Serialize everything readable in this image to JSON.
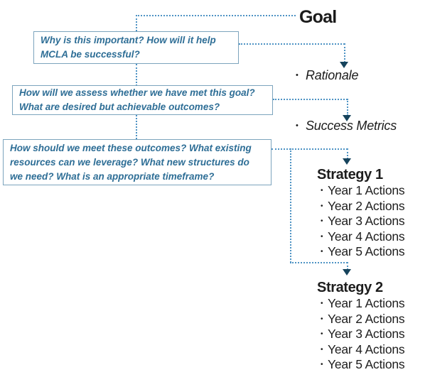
{
  "diagram": {
    "goal_label": "Goal",
    "bullet_char": "•",
    "question_boxes": [
      {
        "text": "Why is this important? How will it help MCLA be successful?"
      },
      {
        "text": "How will we assess whether we have met this goal? What are desired but achievable outcomes?"
      },
      {
        "text": "How should we meet these outcomes? What existing resources can we leverage? What new structures do we need? What is an appropriate timeframe?"
      }
    ],
    "outcomes": [
      {
        "label": "Rationale"
      },
      {
        "label": "Success Metrics"
      }
    ],
    "strategies": [
      {
        "title": "Strategy 1",
        "actions": [
          "Year 1 Actions",
          "Year 2 Actions",
          "Year 3 Actions",
          "Year 4 Actions",
          "Year 5 Actions"
        ]
      },
      {
        "title": "Strategy 2",
        "actions": [
          "Year 1 Actions",
          "Year 2 Actions",
          "Year 3 Actions",
          "Year 4 Actions",
          "Year 5 Actions"
        ]
      }
    ],
    "colors": {
      "connector": "#4e93c4",
      "arrow": "#16435c",
      "box_border": "#7ca4bd",
      "box_text": "#2e6e96",
      "heading_text": "#1b1b1b",
      "background": "#ffffff"
    }
  }
}
